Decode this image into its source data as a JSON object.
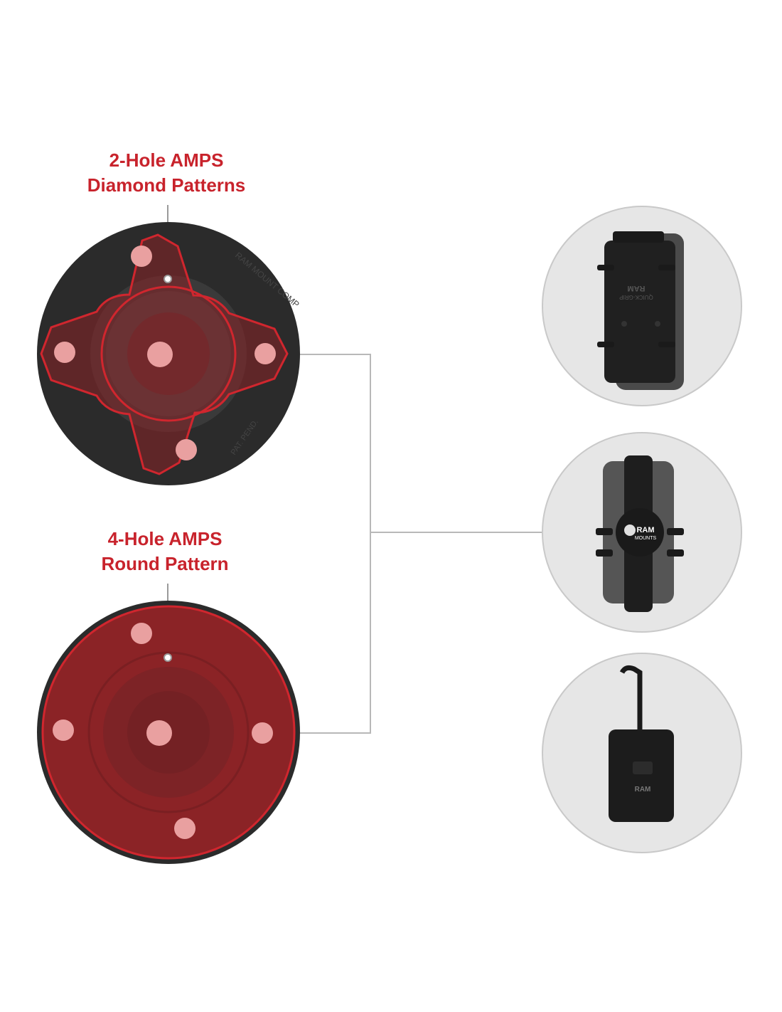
{
  "labels": {
    "diamond": {
      "line1": "2-Hole AMPS",
      "line2": "Diamond Patterns"
    },
    "round": {
      "line1": "4-Hole AMPS",
      "line2": "Round Pattern"
    }
  },
  "products": {
    "quick_grip": {
      "brand": "RAM",
      "model": "QUICK-GRIP"
    },
    "x_grip": {
      "brand": "RAM",
      "sub": "MOUNTS"
    },
    "form_fit": {
      "brand": "RAM"
    }
  },
  "base_marks": {
    "top_text": "RAM MOUNT COMP",
    "bottom_text": "PAT. PEND."
  },
  "colors": {
    "accent": "#c8232c",
    "base": "#2b2b2b",
    "overlay": "#8b2326",
    "hole": "#e9a0a0",
    "panel": "#e6e6e6",
    "line": "#b8b8b8"
  }
}
